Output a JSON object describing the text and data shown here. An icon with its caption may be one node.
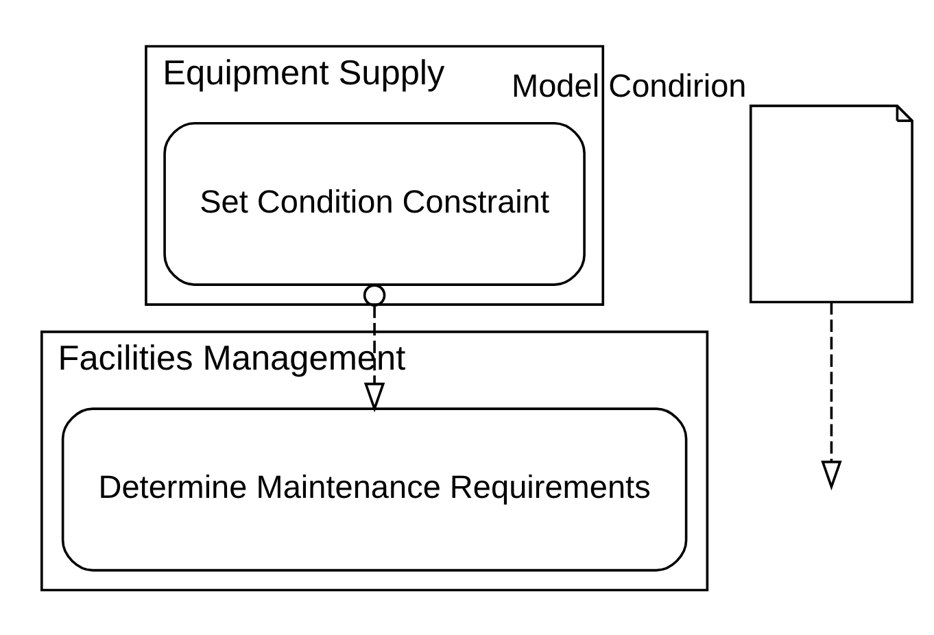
{
  "diagram": {
    "nodes": [
      {
        "text": [
          "Equipment Supply"
        ]
      },
      {
        "text": [
          "Set Condition Constraint"
        ],
        "in": 0
      },
      {
        "text": [
          "Facilities Management"
        ]
      },
      {
        "text": [
          "Determine Maintenance Requirements"
        ],
        "in": 2
      },
      {
        "text": [
          "Model Condirion"
        ]
      }
    ],
    "edges": [
      {
        "from": 1,
        "to": 3,
        "arrow": "to",
        "style": "dashed"
      },
      {
        "from": 4,
        "to": null,
        "arrow": "to",
        "style": "dashed"
      }
    ]
  }
}
